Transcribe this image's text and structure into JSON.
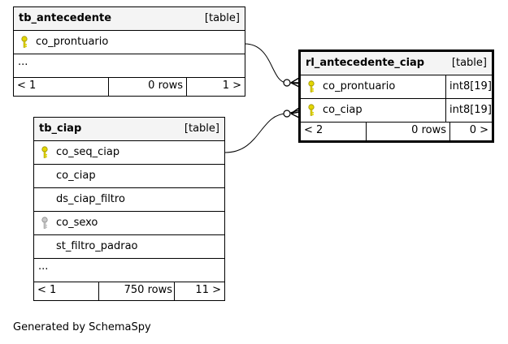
{
  "tables": {
    "tb_antecedente": {
      "name": "tb_antecedente",
      "kind": "[table]",
      "columns": [
        {
          "name": "co_prontuario",
          "key": "primary"
        }
      ],
      "more": "...",
      "footer": {
        "parents": "< 1",
        "rows": "0 rows",
        "children": "1 >"
      }
    },
    "rl_antecedente_ciap": {
      "name": "rl_antecedente_ciap",
      "kind": "[table]",
      "columns": [
        {
          "name": "co_prontuario",
          "key": "primary",
          "type": "int8[19]"
        },
        {
          "name": "co_ciap",
          "key": "primary",
          "type": "int8[19]"
        }
      ],
      "footer": {
        "parents": "< 2",
        "rows": "0 rows",
        "children": "0 >"
      }
    },
    "tb_ciap": {
      "name": "tb_ciap",
      "kind": "[table]",
      "columns": [
        {
          "name": "co_seq_ciap",
          "key": "primary"
        },
        {
          "name": "co_ciap",
          "key": "none"
        },
        {
          "name": "ds_ciap_filtro",
          "key": "none"
        },
        {
          "name": "co_sexo",
          "key": "foreign"
        },
        {
          "name": "st_filtro_padrao",
          "key": "none"
        }
      ],
      "more": "...",
      "footer": {
        "parents": "< 1",
        "rows": "750 rows",
        "children": "11 >"
      }
    }
  },
  "key_colors": {
    "primary": "#e3d600",
    "foreign": "#a9a9a9"
  },
  "link_color": "#000000",
  "credit": "Generated by SchemaSpy"
}
